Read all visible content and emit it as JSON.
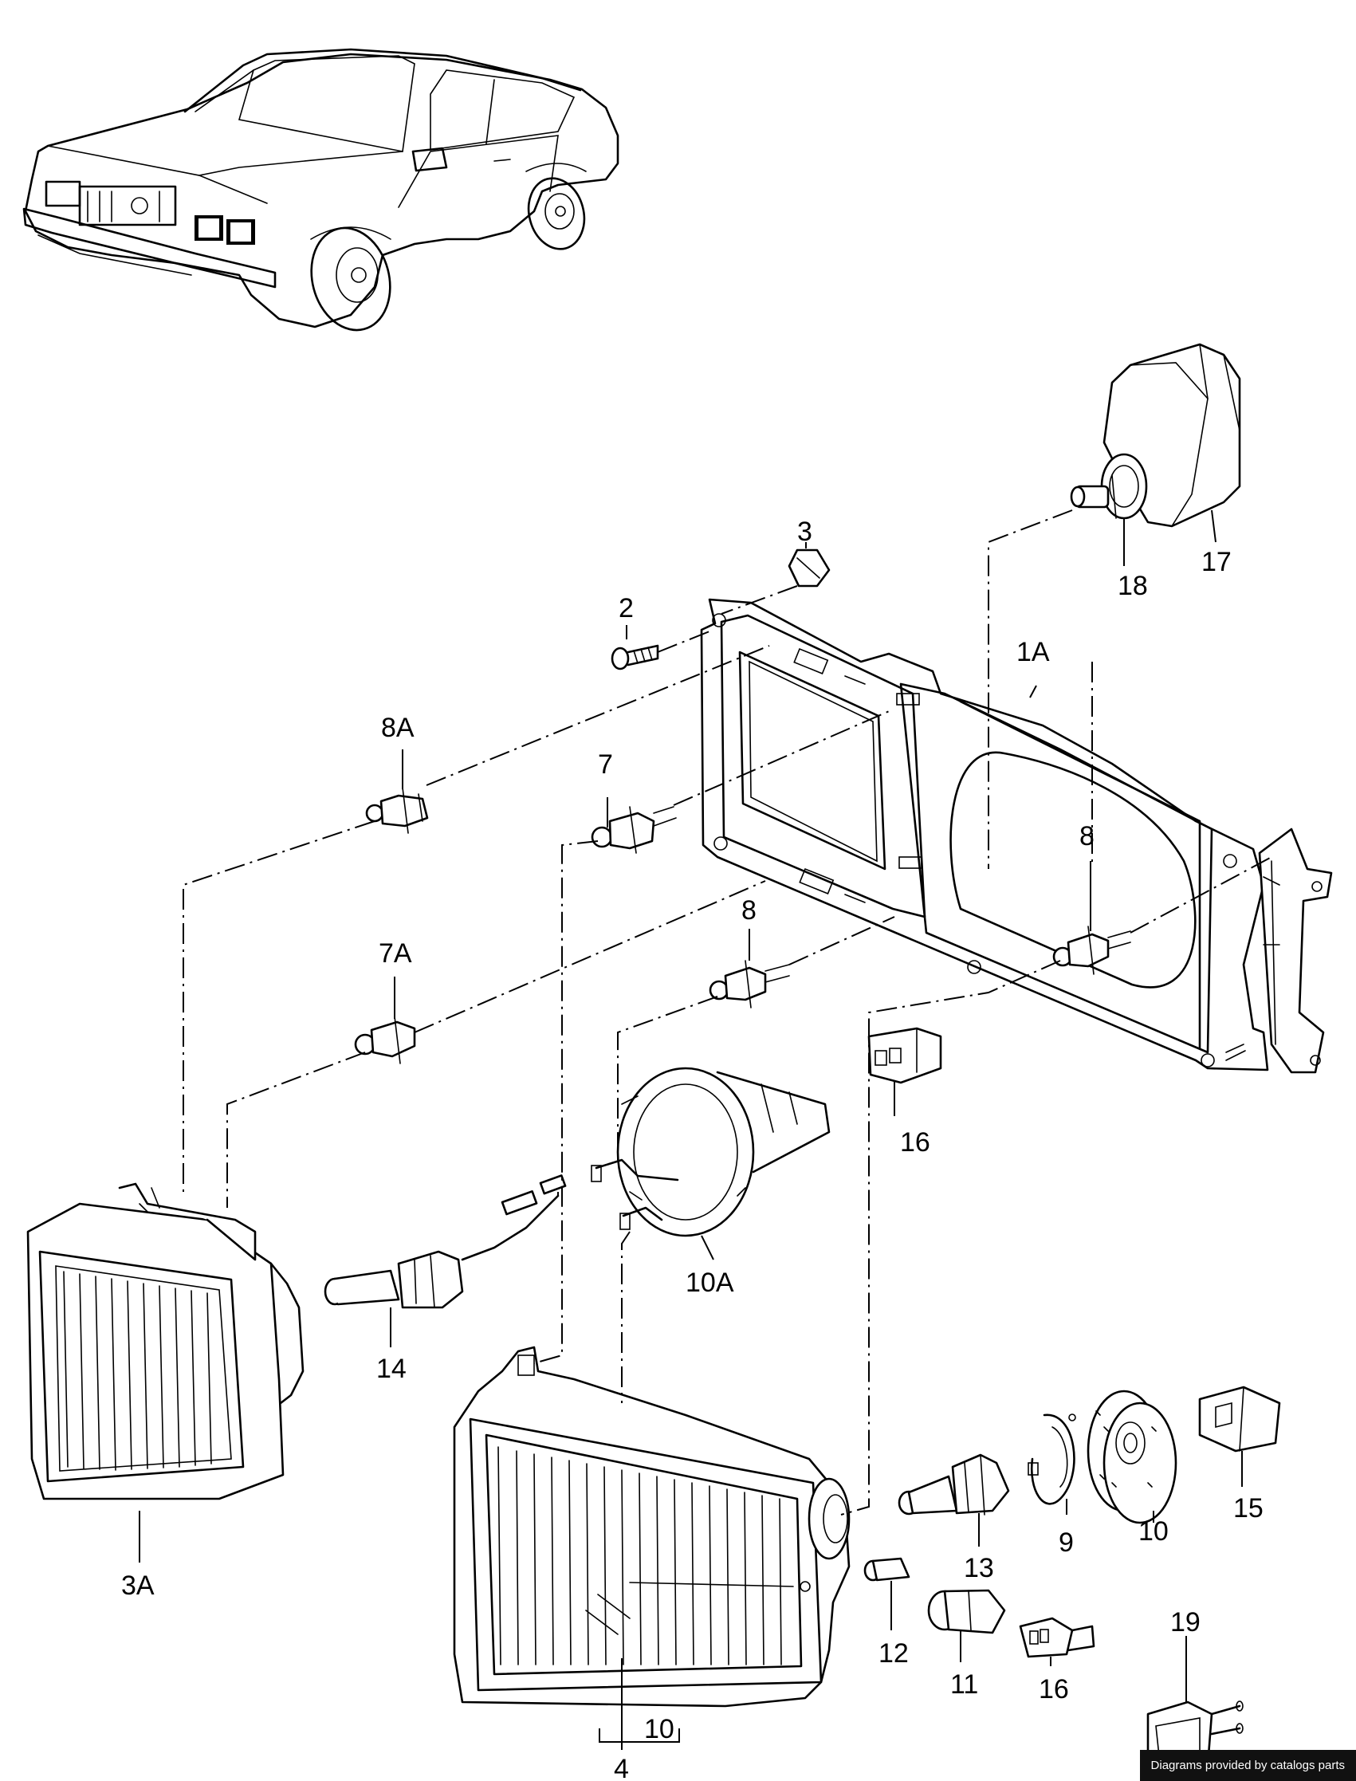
{
  "parts": {
    "p3": "3",
    "p2": "2",
    "p18": "18",
    "p17": "17",
    "p1A": "1A",
    "p8A": "8A",
    "p7": "7",
    "p8_upper": "8",
    "p7A": "7A",
    "p8_lower": "8",
    "p16_mid": "16",
    "p10A": "10A",
    "p14": "14",
    "p3A": "3A",
    "p13": "13",
    "p9": "9",
    "p10_right": "10",
    "p15": "15",
    "p12": "12",
    "p11": "11",
    "p16_low": "16",
    "p19": "19",
    "p10_bracket": "10",
    "p4": "4"
  },
  "footer": {
    "credit": "Diagrams provided by catalogs parts"
  }
}
